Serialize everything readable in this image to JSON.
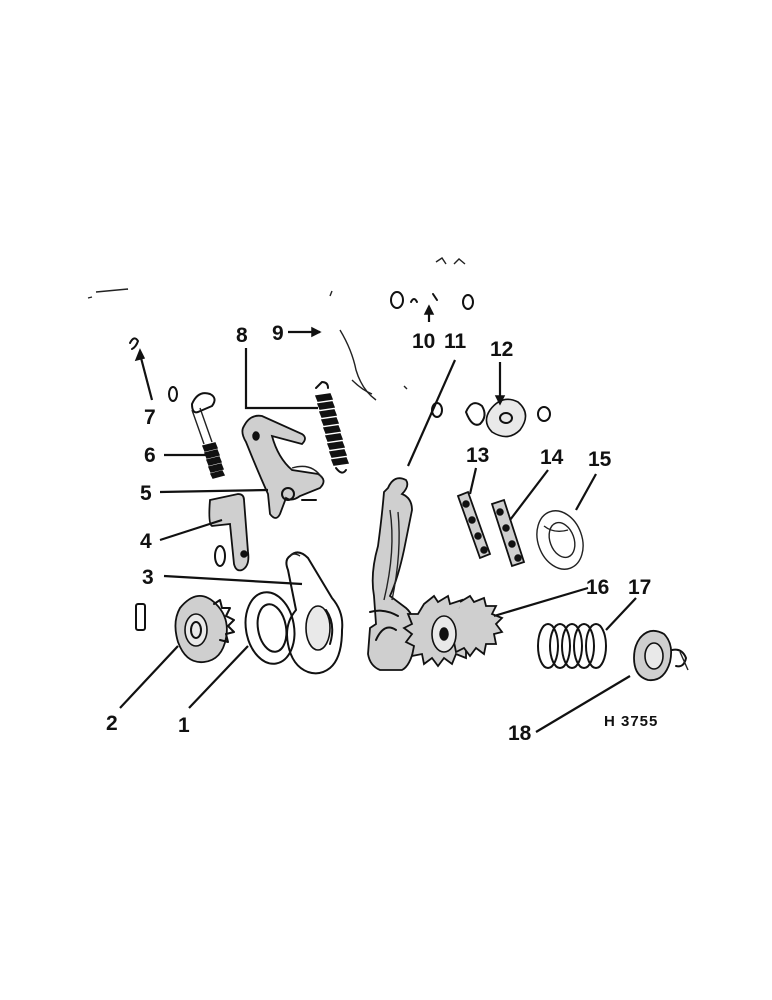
{
  "figure": {
    "drawing_code": "H 3755",
    "callouts": [
      {
        "id": "1",
        "label": "1"
      },
      {
        "id": "2",
        "label": "2"
      },
      {
        "id": "3",
        "label": "3"
      },
      {
        "id": "4",
        "label": "4"
      },
      {
        "id": "5",
        "label": "5"
      },
      {
        "id": "6",
        "label": "6"
      },
      {
        "id": "7",
        "label": "7"
      },
      {
        "id": "8",
        "label": "8"
      },
      {
        "id": "9",
        "label": "9"
      },
      {
        "id": "10",
        "label": "10"
      },
      {
        "id": "11",
        "label": "11"
      },
      {
        "id": "12",
        "label": "12"
      },
      {
        "id": "13",
        "label": "13"
      },
      {
        "id": "14",
        "label": "14"
      },
      {
        "id": "15",
        "label": "15"
      },
      {
        "id": "16",
        "label": "16"
      },
      {
        "id": "17",
        "label": "17"
      },
      {
        "id": "18",
        "label": "18"
      }
    ]
  }
}
